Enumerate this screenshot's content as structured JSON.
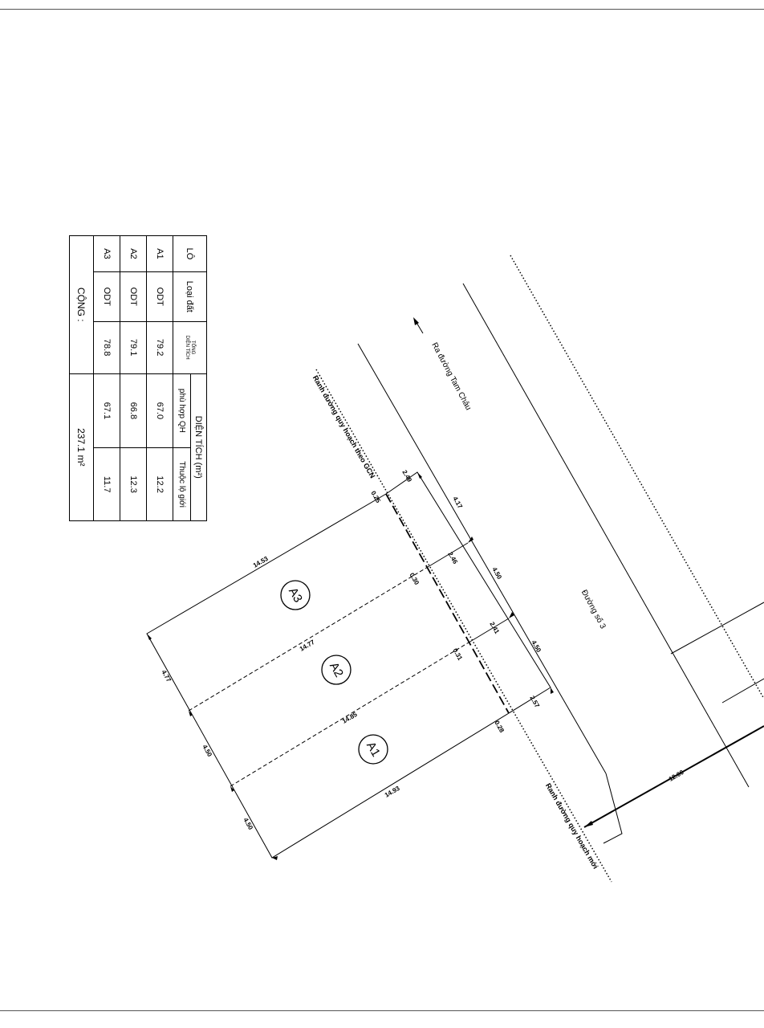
{
  "table": {
    "col_lo": "LÔ",
    "col_loai_dat": "Loại đất",
    "col_tong_line1": "TỔNG",
    "col_tong_line2": "DIỆN TÍCH",
    "col_dien_tich_group": "DIỆN TÍCH",
    "unit": "(m²)",
    "col_phu_hop": "phù hợp QH",
    "col_lo_gioi": "Thuộc lộ giới",
    "rows": [
      {
        "lo": "A1",
        "loai": "ODT",
        "tong": "79.2",
        "phu_hop": "67.0",
        "lo_gioi": "12.2"
      },
      {
        "lo": "A2",
        "loai": "ODT",
        "tong": "79.1",
        "phu_hop": "66.8",
        "lo_gioi": "12.3"
      },
      {
        "lo": "A3",
        "loai": "ODT",
        "tong": "78.8",
        "phu_hop": "67.1",
        "lo_gioi": "11.7"
      }
    ],
    "total_label": "CỘNG :",
    "total_value": "237.1 m²"
  },
  "labels": {
    "road_direction": "Ra đường Tam Châu",
    "road_name": "Đường số 3",
    "boundary_old": "Ranh đường quy hoạch theo GCN",
    "boundary_new": "Ranh đường quy hoạch mới",
    "lot_a1": "A1",
    "lot_a2": "A2",
    "lot_a3": "A3"
  },
  "dimensions": {
    "left_end": "2.57",
    "right_end": "2.49",
    "div_1": "2.41",
    "div_2": "2.46",
    "front_1": "4.17",
    "front_2": "4.50",
    "front_3": "4.50",
    "back_1": "4.77",
    "back_2": "4.50",
    "back_3": "4.50",
    "side_1": "14.93",
    "side_2": "14.85",
    "side_3": "14.77",
    "side_4": "14.53",
    "offset_1": "0.28",
    "offset_2": "0.31",
    "offset_3": "0.30",
    "offset_4": "0.25",
    "road_width": "12.00"
  },
  "colors": {
    "line": "#000000",
    "frame": "#555555"
  }
}
